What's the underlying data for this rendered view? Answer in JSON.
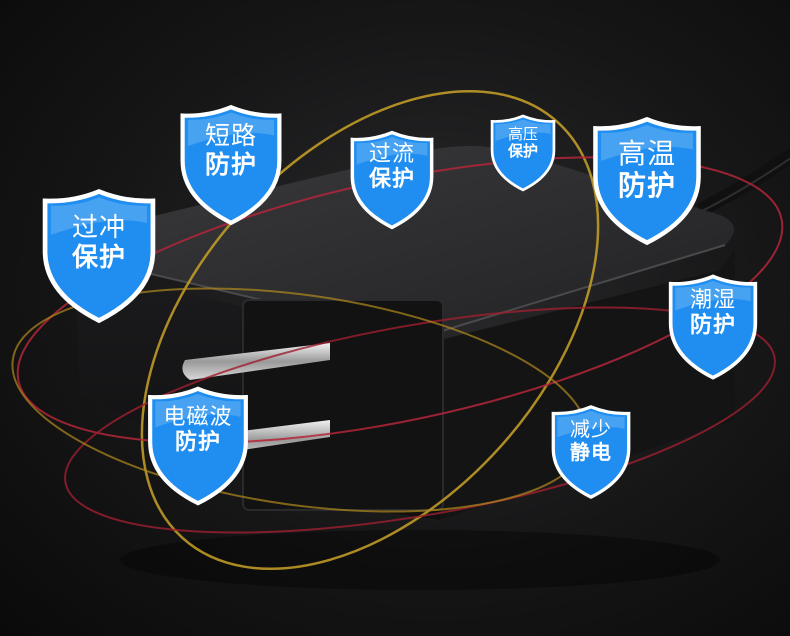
{
  "badges": [
    {
      "line1": "过冲",
      "line2": "保护"
    },
    {
      "line1": "短路",
      "line2": "防护"
    },
    {
      "line1": "过流",
      "line2": "保护"
    },
    {
      "line1": "高压",
      "line2": "保护"
    },
    {
      "line1": "高温",
      "line2": "防护"
    },
    {
      "line1": "潮湿",
      "line2": "防护"
    },
    {
      "line1": "电磁波",
      "line2": "防护"
    },
    {
      "line1": "减少",
      "line2": "静电"
    }
  ],
  "colors": {
    "shield_fill": "#1f8ef0",
    "shield_border": "#ffffff",
    "ring_gold": "#c9a227",
    "ring_red": "#b3263a",
    "adapter_body": "#1c1c1e"
  }
}
